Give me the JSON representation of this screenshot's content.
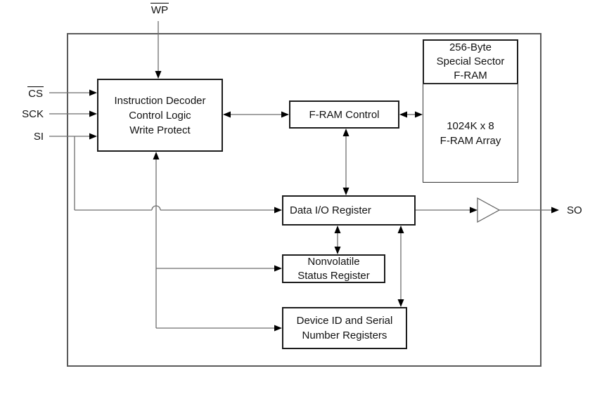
{
  "signals": {
    "wp": "WP",
    "cs": "CS",
    "sck": "SCK",
    "si": "SI",
    "so": "SO"
  },
  "blocks": {
    "instruction_decoder": "Instruction Decoder\nControl Logic\nWrite Protect",
    "fram_control": "F-RAM Control",
    "special_sector": "256-Byte\nSpecial Sector\nF-RAM",
    "fram_array": "1024K x 8\nF-RAM Array",
    "data_io_register": "Data I/O Register",
    "nv_status_register": "Nonvolatile\nStatus Register",
    "device_id_registers": "Device ID and Serial\nNumber Registers"
  },
  "colors": {
    "background": "#ffffff",
    "line": "#6e6e6e",
    "arrowhead": "#000000",
    "block_border": "#1c1c1c",
    "outer_border": "#5a5a5a",
    "text": "#111111"
  }
}
